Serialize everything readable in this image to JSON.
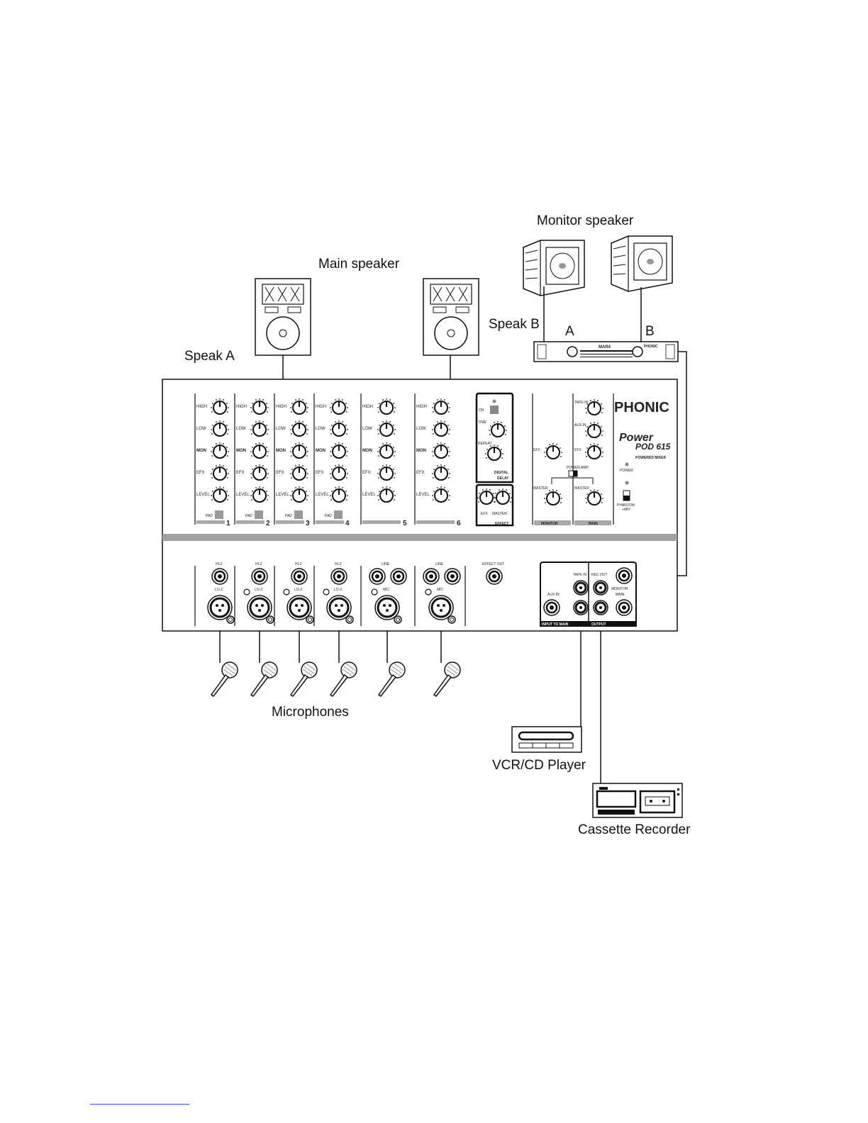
{
  "labels": {
    "monitor_speaker": "Monitor speaker",
    "main_speaker": "Main speaker",
    "speak_a": "Speak A",
    "speak_b": "Speak B",
    "a": "A",
    "b": "B",
    "microphones": "Microphones",
    "vcr_cd_player": "VCR/CD Player",
    "cassette_recorder": "Cassette Recorder"
  },
  "amplifier": {
    "model": "MAR4",
    "brand": "PHONIC"
  },
  "mixer": {
    "brand": "PHONIC",
    "model_line1": "Power",
    "model_line2": "POD 615",
    "subtitle": "POWERED MIXER",
    "power_label": "POWER",
    "phantom_label": "PHANTOM",
    "phantom_value": "+48V",
    "knob_labels": [
      "HIGH",
      "LOW",
      "MON",
      "EFX",
      "LEVEL"
    ],
    "pad_label": "PAD",
    "channel_numbers": [
      "1",
      "2",
      "3",
      "4",
      "5",
      "6"
    ],
    "delay": {
      "on": "ON",
      "time": "TIME",
      "repeat": "REPEAT",
      "title1": "DIGITAL",
      "title2": "DELAY"
    },
    "effect": {
      "efx": "EFX",
      "master": "MASTER",
      "title": "EFFECT"
    },
    "monitor_section": {
      "efx": "EFX",
      "master": "MASTER",
      "title": "MONITOR",
      "power_amp": "POWER AMP"
    },
    "main_section": {
      "tape_in": "TAPE IN",
      "aux_in": "AUX IN",
      "efx": "EFX",
      "master": "MASTER",
      "title": "MAIN"
    },
    "jacks": {
      "hiz": "HI-Z",
      "loz": "LO-Z",
      "line": "LINE",
      "mic": "MIC",
      "effect_out": "EFFECT OUT",
      "aux_in": "AUX IN",
      "tape_in": "TAPE IN",
      "rec_out": "REC OUT",
      "monitor": "MONITOR",
      "main": "MAIN",
      "input_to_main": "INPUT TO MAIN",
      "output": "OUTPUT"
    }
  },
  "colors": {
    "line": "#1a1a1a",
    "panel_gray": "#9a9a9a",
    "footnote": "#2a4fd6"
  }
}
